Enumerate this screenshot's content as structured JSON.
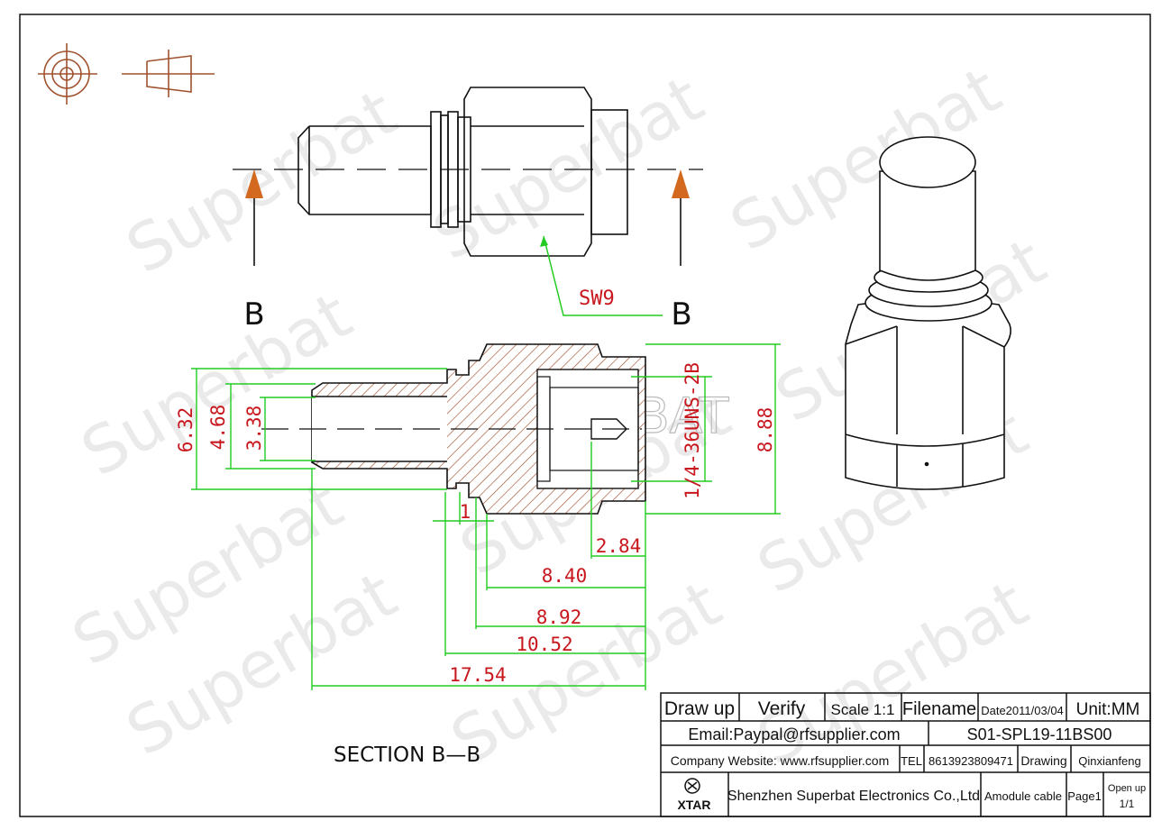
{
  "section_labels": {
    "left": "B",
    "right": "B",
    "caption": "SECTION  B—B"
  },
  "callout": "SW9",
  "dimensions": {
    "d632": "6.32",
    "d468": "4.68",
    "d338": "3.38",
    "thread": "1/4-36UNS-2B",
    "d888": "8.88",
    "d1": "1",
    "d284": "2.84",
    "d840": "8.40",
    "d892": "8.92",
    "d1052": "10.52",
    "d1754": "17.54"
  },
  "watermark": {
    "word": "Superbat",
    "center": "SUPERBAT"
  },
  "title_block": {
    "draw_up": "Draw up",
    "verify": "Verify",
    "scale": "Scale 1:1",
    "filename_label": "Filename",
    "date": "Date2011/03/04",
    "unit": "Unit:MM",
    "email": "Email:Paypal@rfsupplier.com",
    "part_no": "S01-SPL19-11BS00",
    "website": "Company Website:  www.rfsupplier.com",
    "tel_label": "TEL",
    "tel": "8613923809471",
    "drawing_label": "Drawing",
    "drawer": "Qinxianfeng",
    "logo_text": "XTAR",
    "company": "Shenzhen Superbat Electronics Co.,Ltd",
    "product": "Amodule cable",
    "page": "Page1",
    "open_up": "Open up",
    "open_up_frac": "1/1"
  },
  "colors": {
    "dimension": "#c8161d",
    "dimline": "#22cc22",
    "arrow": "#d2691e",
    "hatch": "#a0522d",
    "symbol": "#a0522d"
  }
}
